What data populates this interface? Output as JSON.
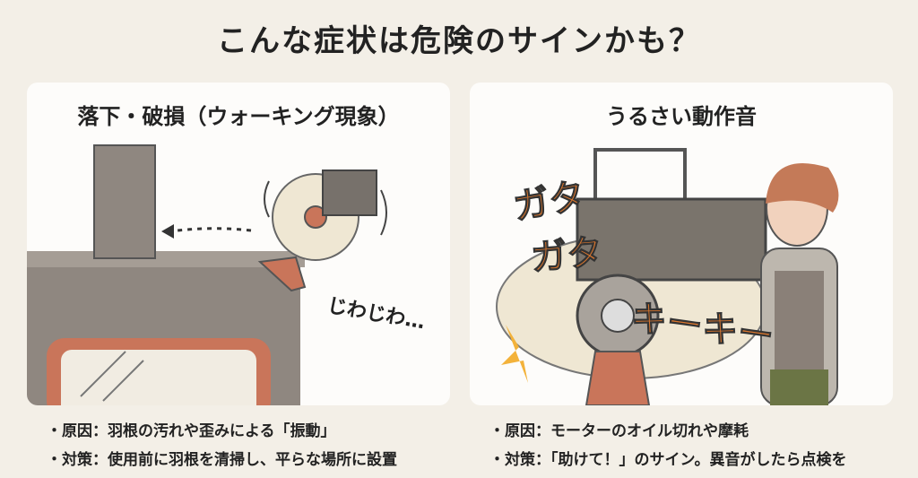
{
  "title": "こんな症状は危険のサインかも？",
  "cards": [
    {
      "title": "落下・破損（ウォーキング現象）",
      "sfx": "じわじわ…",
      "bullets": [
        "原因：羽根の汚れや歪みによる「振動」",
        "対策：使用前に羽根を清掃し、平らな場所に設置"
      ]
    },
    {
      "title": "うるさい動作音",
      "sfx1": "ガタ",
      "sfx2": "ガタ",
      "sfx3": "キーキー",
      "bullets": [
        "原因：モーターのオイル切れや摩耗",
        "対策：「助けて！」のサイン。異音がしたら点検を"
      ]
    }
  ],
  "colors": {
    "background": "#f3efe7",
    "card": "#fdfcfa",
    "stove": "#8f8780",
    "copper": "#c9755a",
    "sfx": "#d9762e"
  }
}
